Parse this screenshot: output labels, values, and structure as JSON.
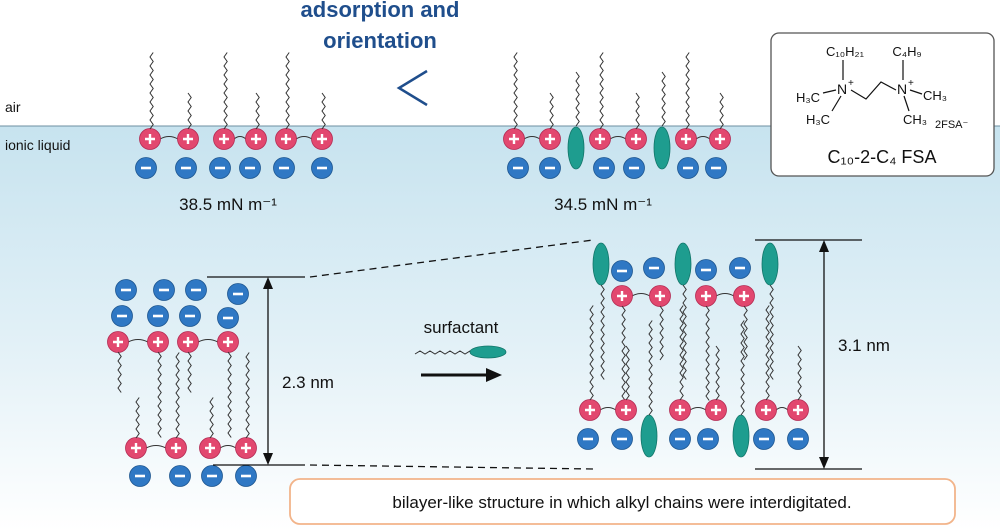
{
  "header": {
    "line1": "adsorption and",
    "line2": "orientation",
    "comparator": "<"
  },
  "phases": {
    "air": "air",
    "liquid": "ionic liquid"
  },
  "surface_tension": {
    "left": "38.5 mN m⁻¹",
    "right": "34.5 mN m⁻¹"
  },
  "structure": {
    "left_top": "C₁₀H₂₁",
    "right_top": "C₄H₉",
    "left_methyl_a": "H₃C",
    "left_methyl_b": "H₃C",
    "right_methyl_a": "CH₃",
    "right_methyl_b": "CH₃",
    "counterion": "2FSA⁻",
    "name": "C₁₀-2-C₄ FSA"
  },
  "layers": {
    "left_spacing": "2.3 nm",
    "right_spacing": "3.1 nm"
  },
  "arrow_label": "surfactant",
  "caption": "bilayer-like structure in which alkyl chains were interdigitated.",
  "colors": {
    "cation": "#e2486f",
    "anion": "#2f78c4",
    "surfactant": "#1e9d8f",
    "heading": "#1f4e8c",
    "caption_border": "#f2b48a",
    "liquid_top": "#c7e3ef",
    "liquid_bottom": "#ffffff"
  },
  "icons": {
    "cation": "plus-sign",
    "anion": "minus-sign"
  }
}
